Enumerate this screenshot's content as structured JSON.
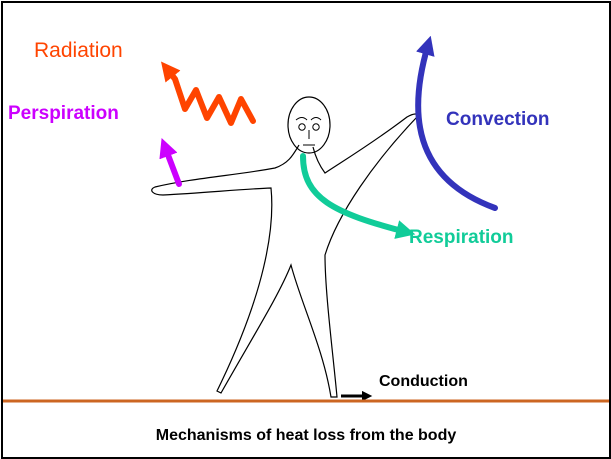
{
  "colors": {
    "radiation": "#ff4400",
    "perspiration": "#cc00ff",
    "convection": "#3333bb",
    "respiration": "#11cc99",
    "conduction": "#000000",
    "ground": "#cc6622",
    "figure": "#000000"
  },
  "labels": {
    "radiation": "Radiation",
    "perspiration": "Perspiration",
    "convection": "Convection",
    "respiration": "Respiration",
    "conduction": "Conduction"
  },
  "caption": "Mechanisms of heat loss from the body"
}
